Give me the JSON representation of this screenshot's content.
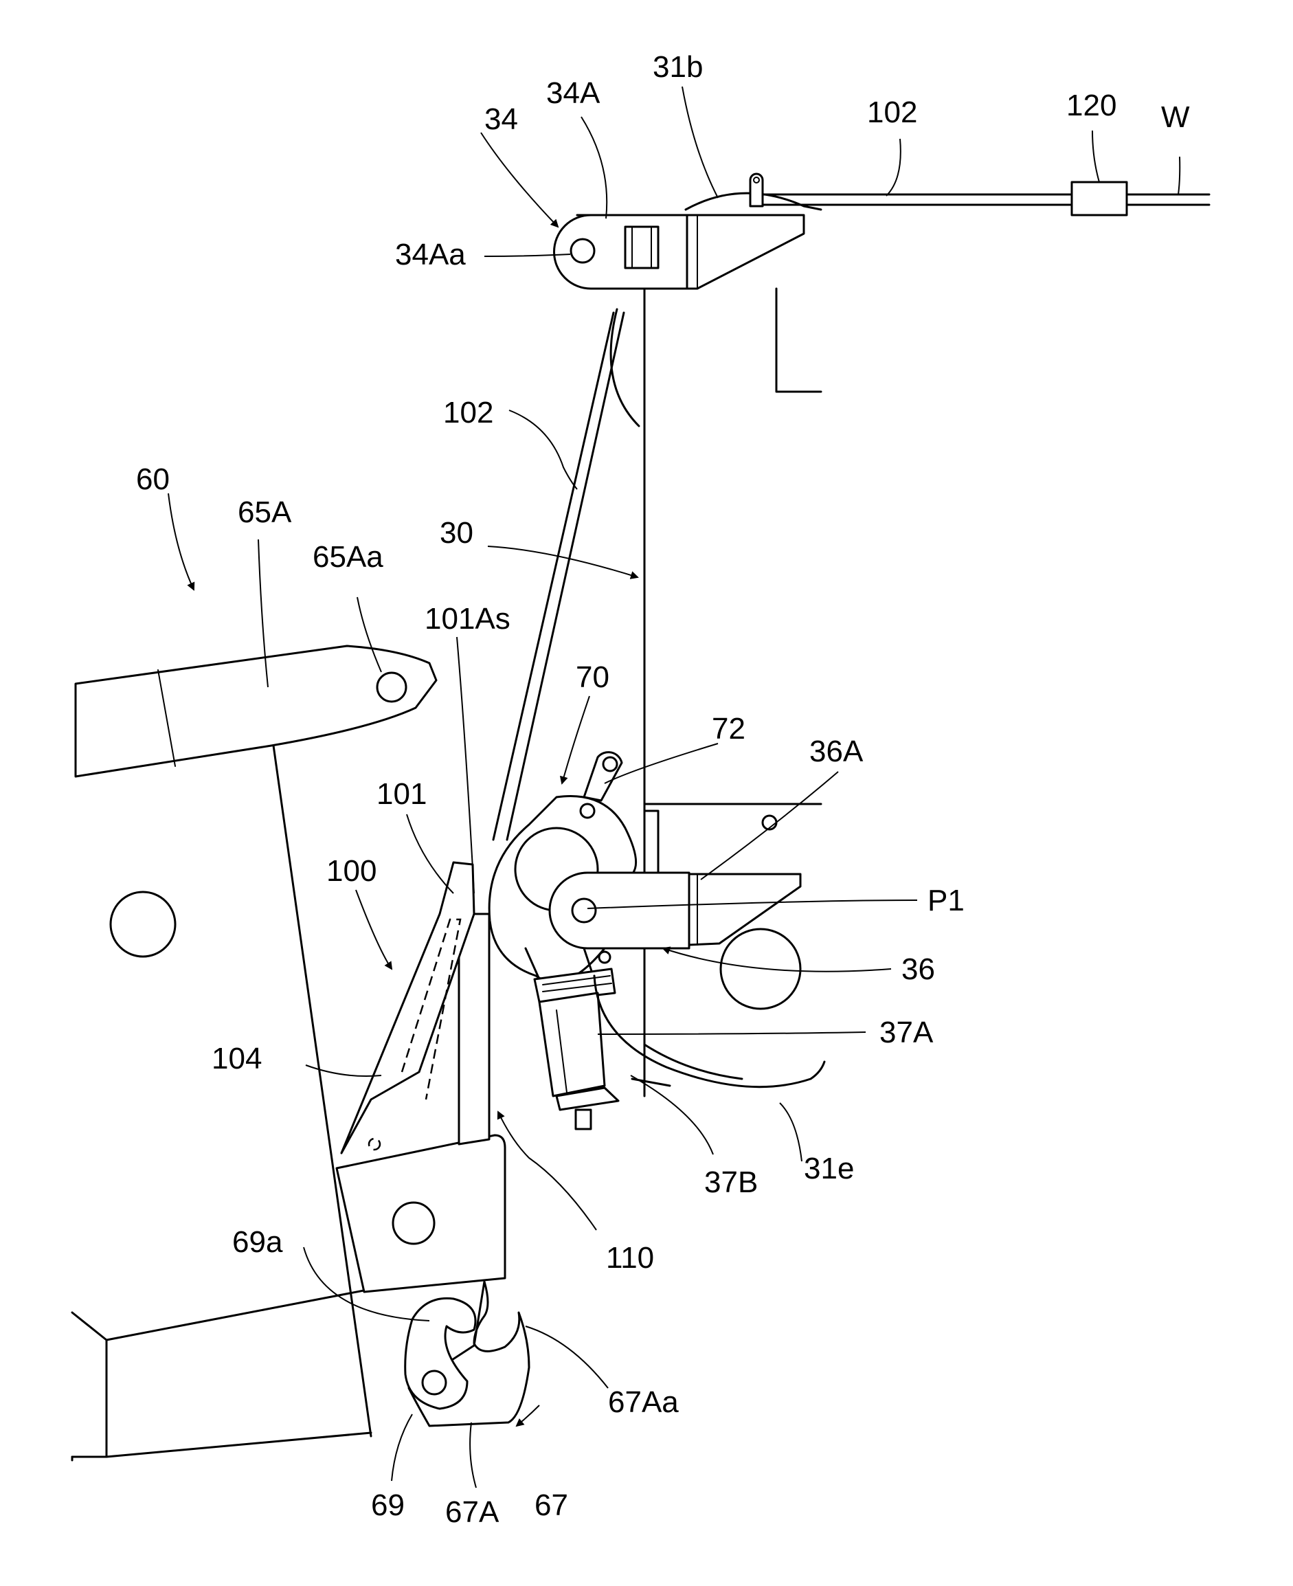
{
  "figure": {
    "labels": {
      "l_34": "34",
      "l_34A": "34A",
      "l_31b": "31b",
      "l_102_top": "102",
      "l_120": "120",
      "l_W": "W",
      "l_34Aa": "34Aa",
      "l_102_mid": "102",
      "l_60": "60",
      "l_65A": "65A",
      "l_65Aa": "65Aa",
      "l_30": "30",
      "l_101As": "101As",
      "l_70": "70",
      "l_72": "72",
      "l_36A": "36A",
      "l_101": "101",
      "l_100": "100",
      "l_P1": "P1",
      "l_36": "36",
      "l_37A": "37A",
      "l_104": "104",
      "l_37B": "37B",
      "l_31e": "31e",
      "l_110": "110",
      "l_69a": "69a",
      "l_67Aa": "67Aa",
      "l_69": "69",
      "l_67A": "67A",
      "l_67": "67"
    }
  }
}
